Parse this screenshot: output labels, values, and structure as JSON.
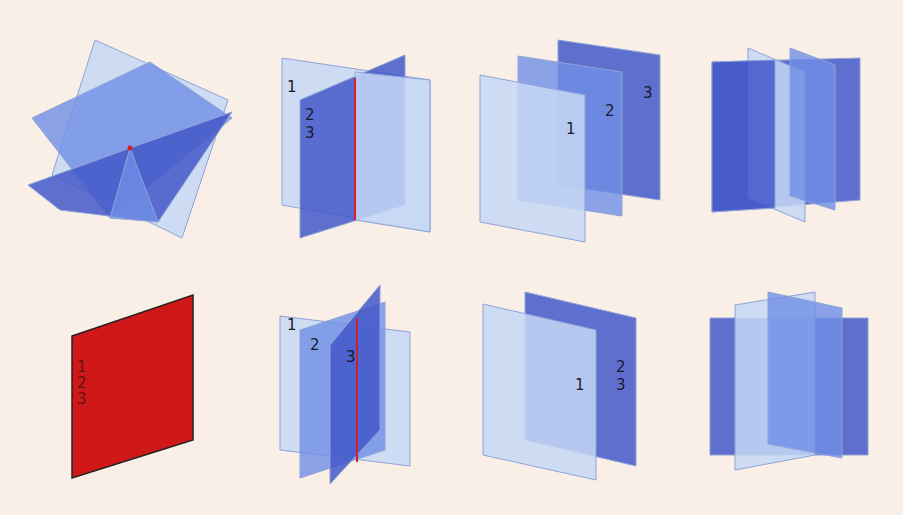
{
  "diagram": {
    "labels": [
      "1",
      "2",
      "3",
      "1",
      "2",
      "3",
      "1",
      "2",
      "3",
      "1",
      "2",
      "3",
      "1",
      "2",
      "3"
    ]
  }
}
